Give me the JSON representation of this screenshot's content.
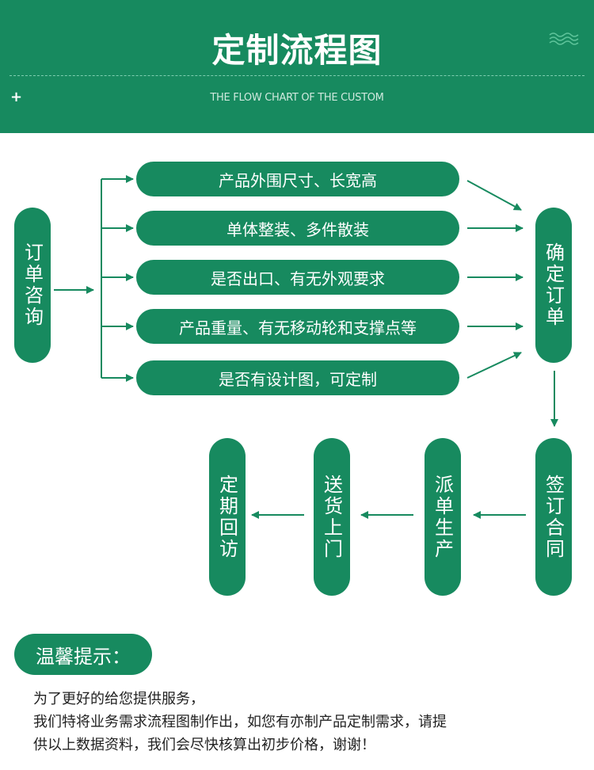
{
  "header": {
    "title": "定制流程图",
    "subtitle": "THE FLOW CHART OF THE CUSTOM",
    "plus": "+"
  },
  "start": "订单咨询",
  "requirements": [
    "产品外围尺寸、长宽高",
    "单体整装、多件散装",
    "是否出口、有无外观要求",
    "产品重量、有无移动轮和支撑点等",
    "是否有设计图，可定制"
  ],
  "confirm": "确定订单",
  "steps": [
    "签订合同",
    "派单生产",
    "送货上门",
    "定期回访"
  ],
  "tips": {
    "label": "温馨提示：",
    "lines": [
      "为了更好的给您提供服务，",
      "我们特将业务需求流程图制作出，如您有亦制产品定制需求，请提",
      "供以上数据资料，我们会尽快核算出初步价格，谢谢！"
    ]
  },
  "colors": {
    "green": "#178a5f"
  }
}
